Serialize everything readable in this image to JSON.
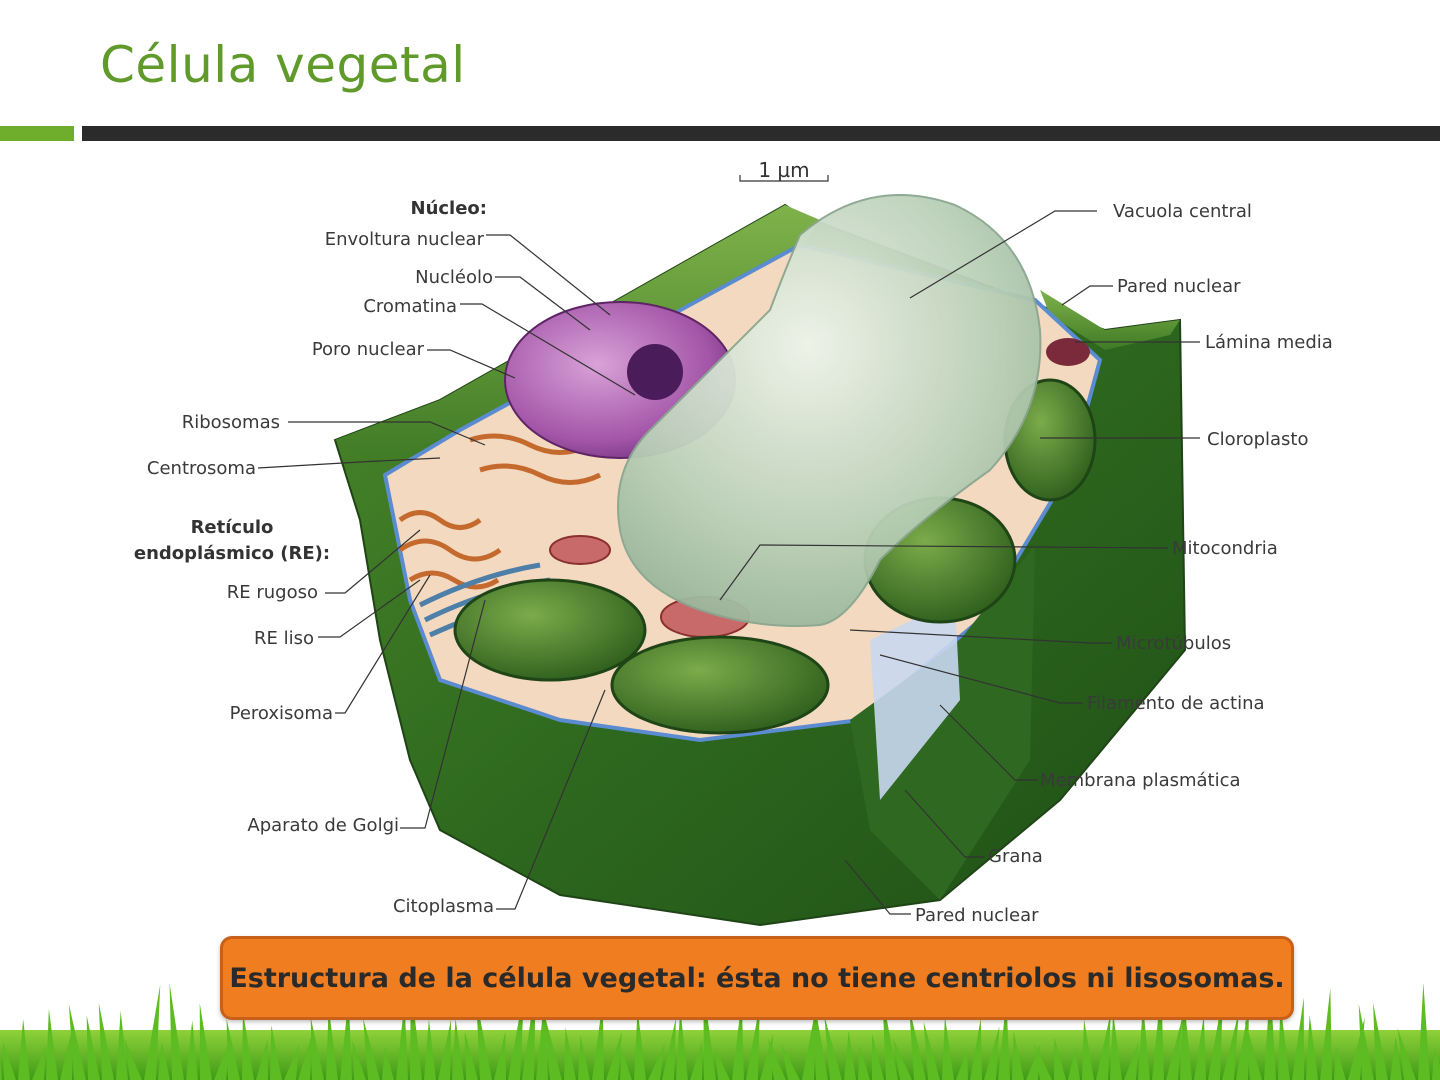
{
  "title": "Célula vegetal",
  "scale_bar": "1 µm",
  "caption": "Estructura de la célula vegetal: ésta no tiene centriolos ni lisosomas.",
  "colors": {
    "title": "#5f9a2a",
    "accent_band": "#6fae2c",
    "dark_band": "#2b2b2b",
    "caption_bg": "#f07d1f",
    "grass": "#57b51f"
  },
  "labels_left": {
    "nucleo_heading": "Núcleo:",
    "envoltura": "Envoltura nuclear",
    "nucleolo": "Nucléolo",
    "cromatina": "Cromatina",
    "poro": "Poro nuclear",
    "ribosomas": "Ribosomas",
    "centrosoma": "Centrosoma",
    "reticulo_heading_1": "Retículo",
    "reticulo_heading_2": "endoplásmico (RE):",
    "re_rugoso": "RE rugoso",
    "re_liso": "RE liso",
    "peroxisoma": "Peroxisoma",
    "golgi": "Aparato de Golgi",
    "citoplasma": "Citoplasma"
  },
  "labels_right": {
    "vacuola": "Vacuola central",
    "pared_nuclear_top": "Pared nuclear",
    "lamina": "Lámina media",
    "cloroplasto": "Cloroplasto",
    "mitocondria": "Mitocondria",
    "microtubulos": "Microtúbulos",
    "actina": "Filamento de actina",
    "membrana": "Membrana plasmática",
    "grana": "Grana",
    "pared_nuclear_bottom": "Pared nuclear"
  }
}
